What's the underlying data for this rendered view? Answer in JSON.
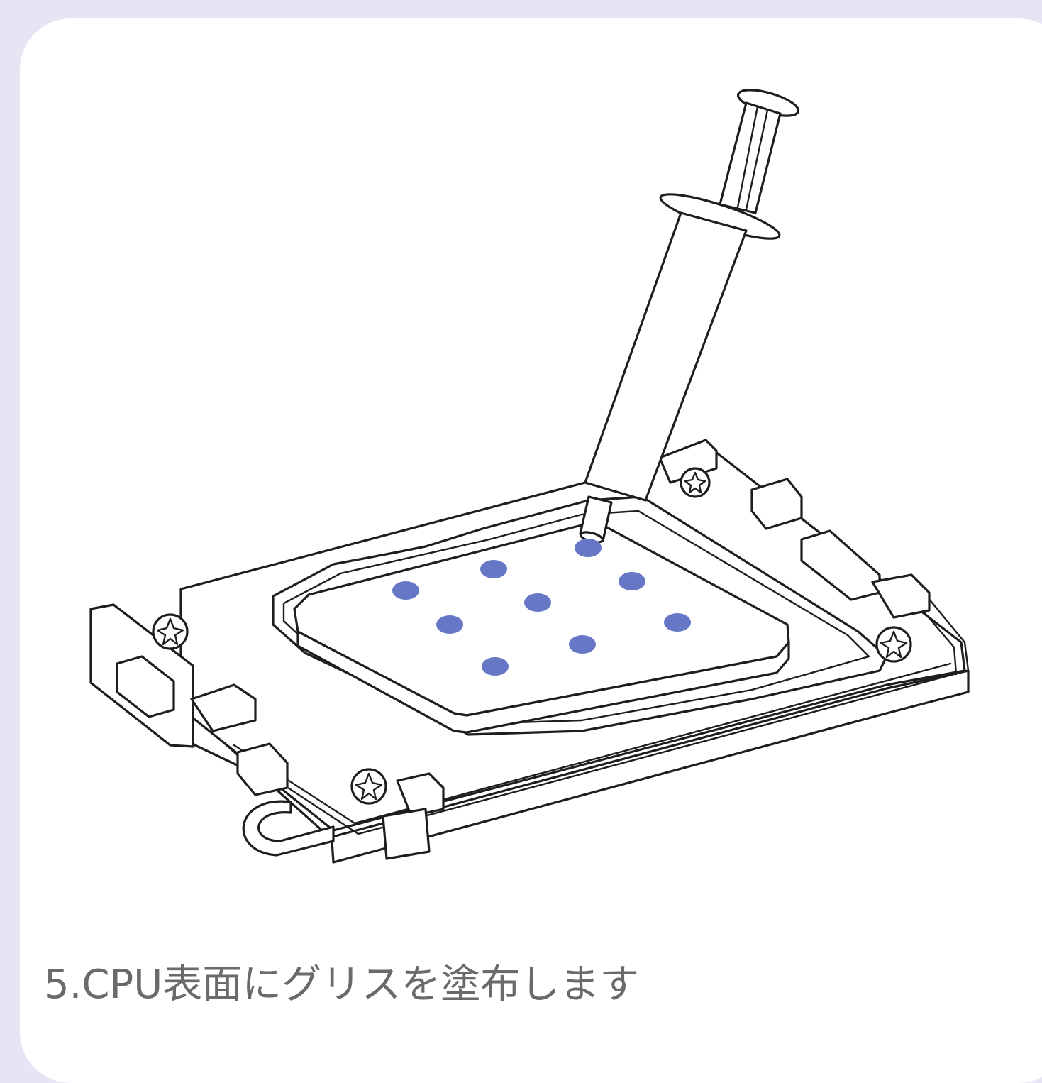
{
  "caption": "5.CPU表面にグリスを塗布します",
  "colors": {
    "background": "#e6e5f3",
    "card": "#ffffff",
    "line": "#1e1e1e",
    "grease_dot": "#6577c5",
    "caption_text": "#6a6a6a"
  },
  "illustration": {
    "subject": "cpu-socket-with-thermal-grease-syringe",
    "grease_dot_count": 9
  }
}
